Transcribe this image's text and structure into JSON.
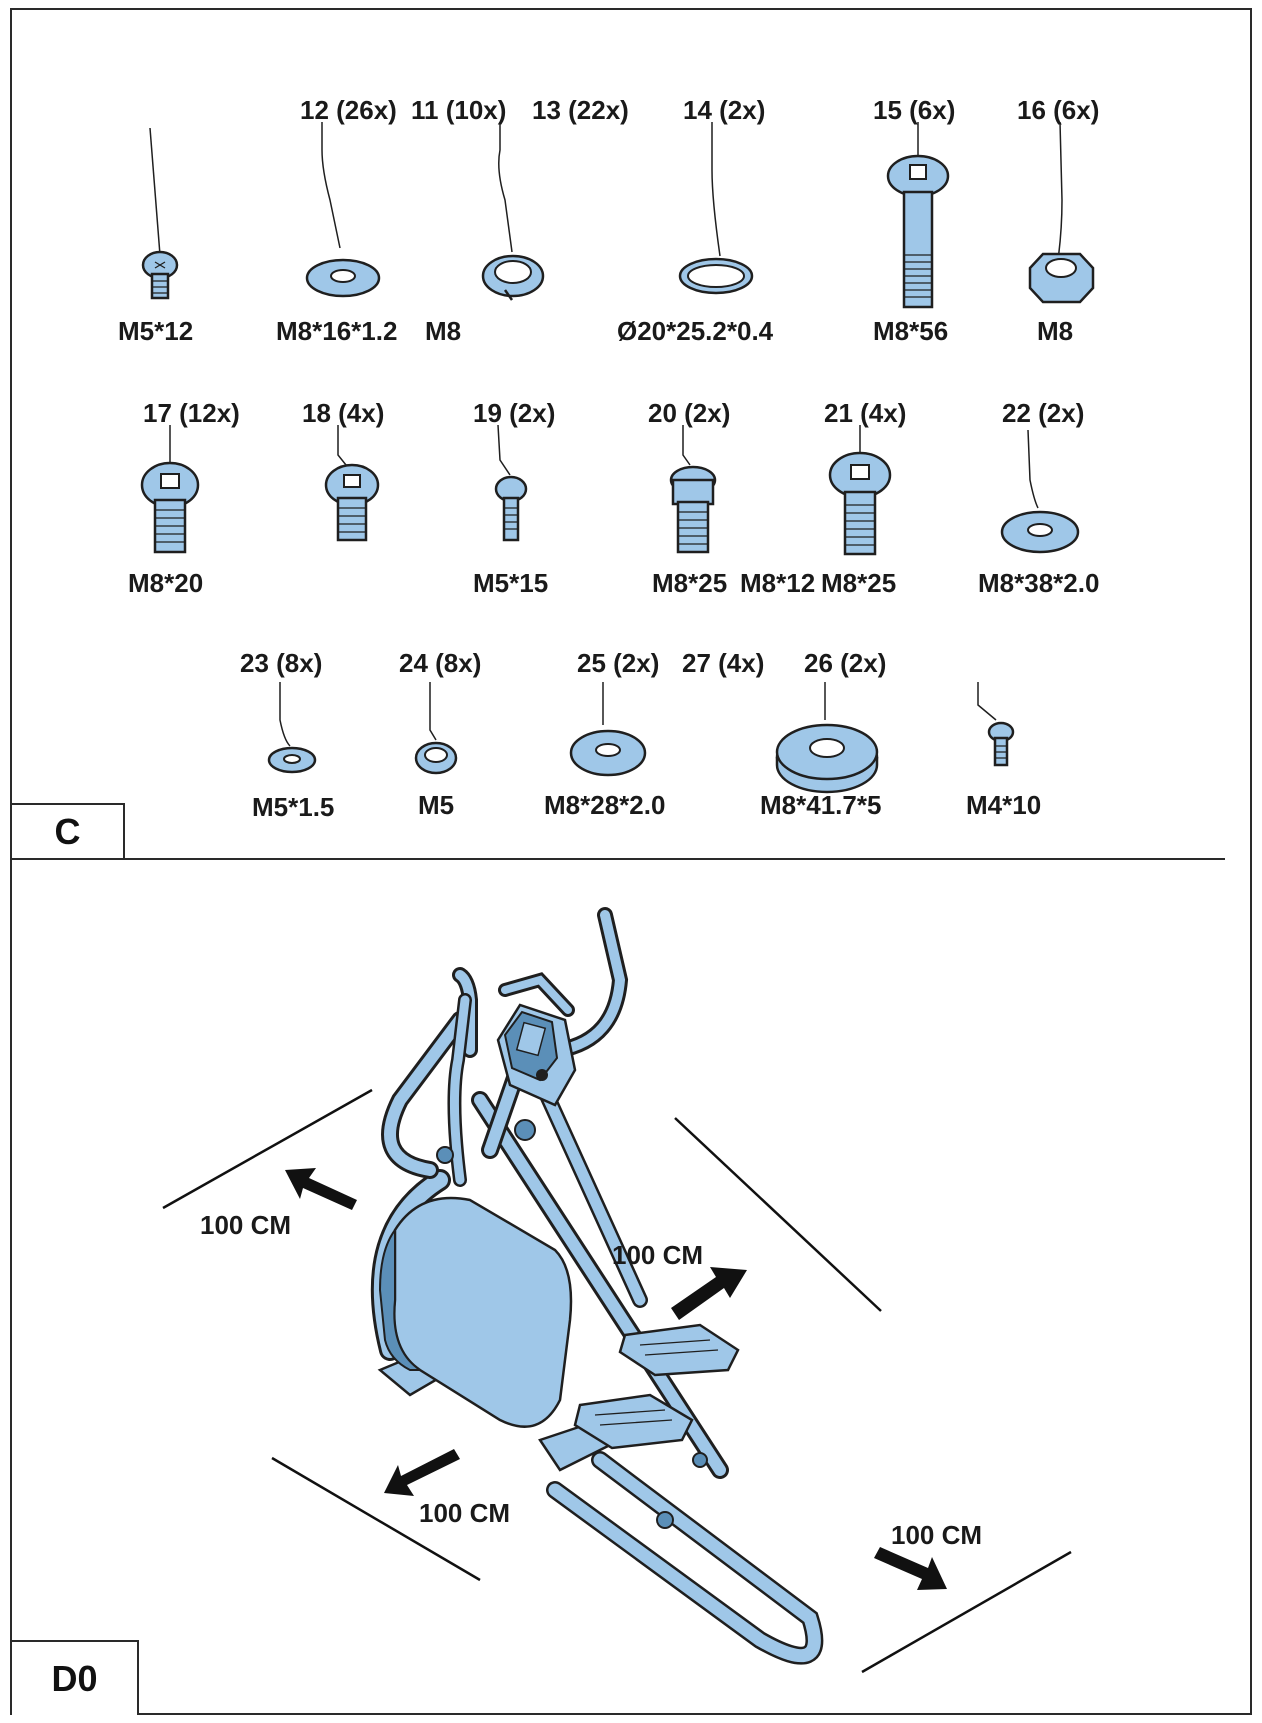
{
  "section_c": {
    "badge": "C",
    "callouts": [
      "12 (26x)",
      "11 (10x)",
      "13 (22x)",
      "14 (2x)",
      "15 (6x)",
      "16 (6x)",
      "17 (12x)",
      "18 (4x)",
      "19 (2x)",
      "20 (2x)",
      "21 (4x)",
      "22 (2x)",
      "23 (8x)",
      "24 (8x)",
      "25 (2x)",
      "27 (4x)",
      "26 (2x)"
    ],
    "sizes": [
      "M5*12",
      "M8*16*1.2",
      "M8",
      "Ø20*25.2*0.4",
      "M8*56",
      "M8",
      "M8*20",
      "M5*15",
      "M8*25",
      "M8*12",
      "M8*25",
      "M8*38*2.0",
      "M5*1.5",
      "M5",
      "M8*28*2.0",
      "M8*41.7*5",
      "M4*10"
    ]
  },
  "section_d0": {
    "badge": "D0",
    "clearances": [
      "100 CM",
      "100 CM",
      "100 CM",
      "100 CM"
    ]
  },
  "colors": {
    "part_fill": "#9fc7e8",
    "part_shade": "#5b8fb8",
    "line": "#1f1f1f"
  }
}
